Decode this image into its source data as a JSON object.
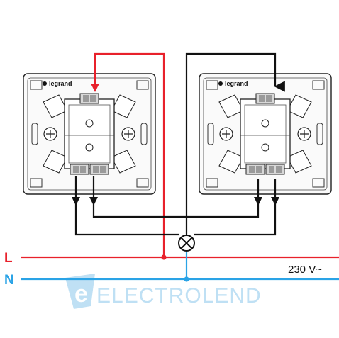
{
  "labels": {
    "line": "L",
    "neutral": "N",
    "voltage": "230 V~"
  },
  "switches": [
    {
      "brand": "legrand"
    },
    {
      "brand": "legrand"
    }
  ],
  "watermark": {
    "letter": "e",
    "text": "ELECTROLEND"
  },
  "colors": {
    "line_wire": "#e8212b",
    "neutral_wire": "#2aa3e6",
    "traveler_wire": "#111111",
    "watermark": "#bfe0f4"
  },
  "icons": [
    "switch-mechanism-icon",
    "lamp-icon",
    "arrow-down-icon"
  ]
}
